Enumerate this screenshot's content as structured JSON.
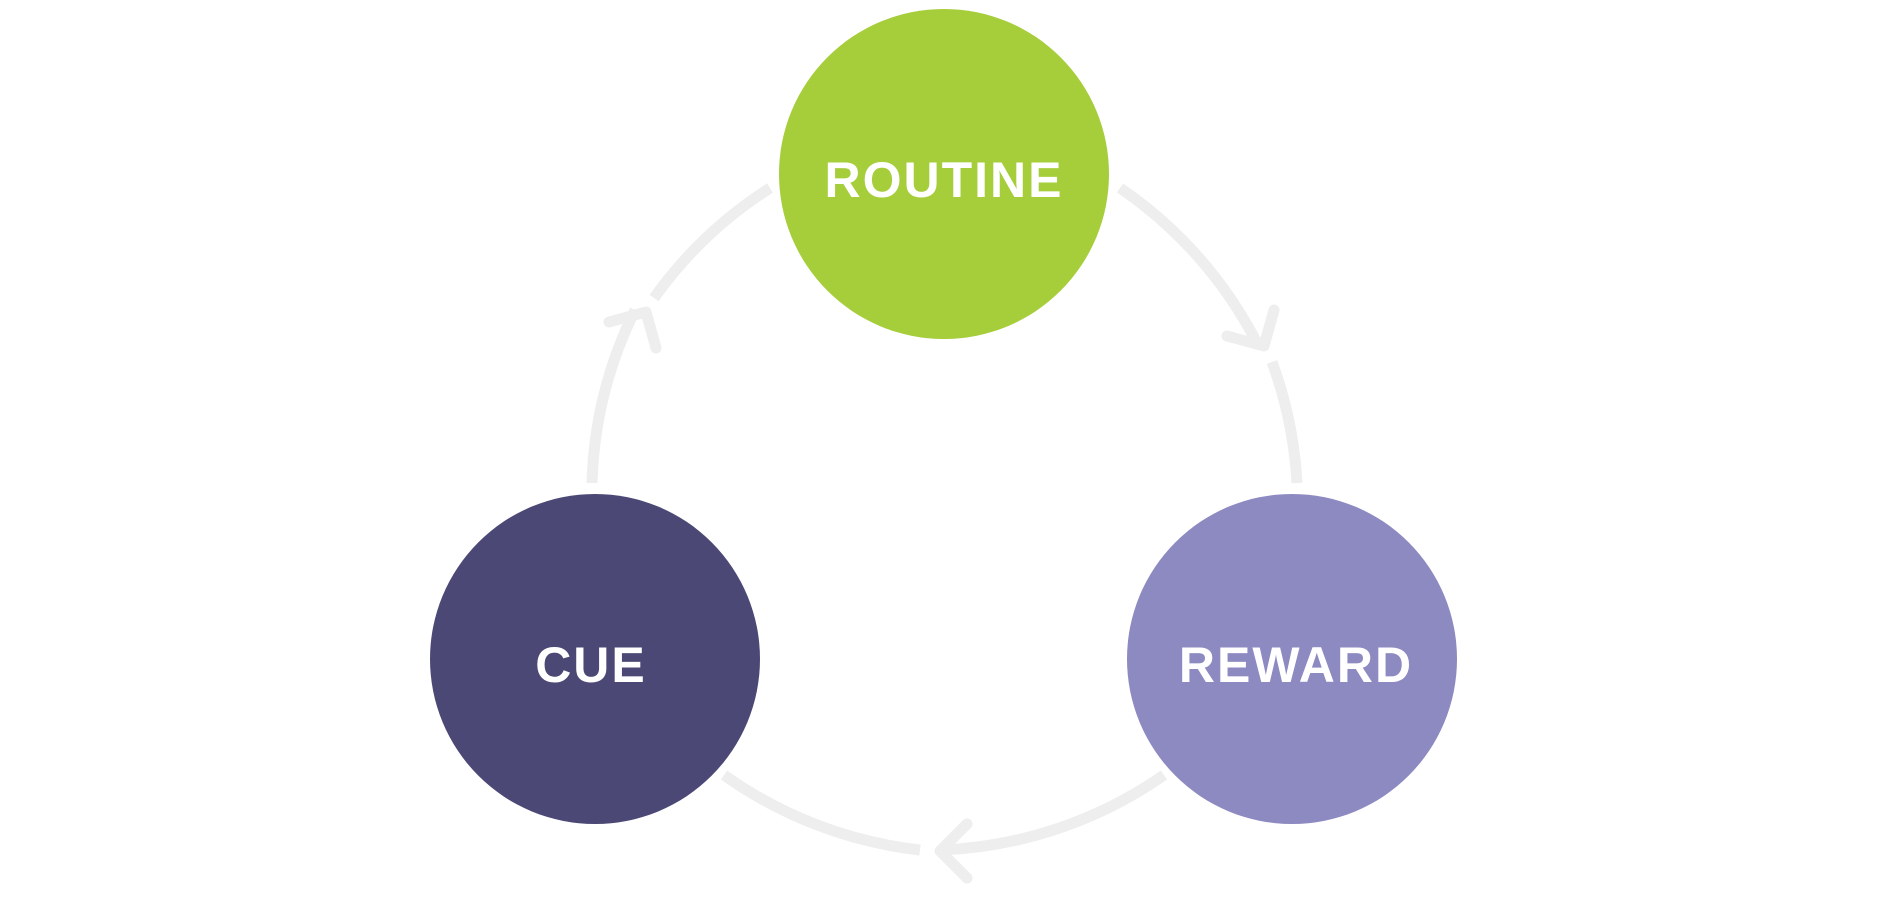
{
  "diagram": {
    "type": "cycle",
    "nodes": [
      {
        "id": "routine",
        "label": "ROUTINE",
        "color": "#a6cd3a"
      },
      {
        "id": "reward",
        "label": "REWARD",
        "color": "#8d89c1"
      },
      {
        "id": "cue",
        "label": "CUE",
        "color": "#4b4875"
      }
    ],
    "edges": [
      {
        "from": "routine",
        "to": "reward"
      },
      {
        "from": "reward",
        "to": "cue"
      },
      {
        "from": "cue",
        "to": "routine"
      }
    ],
    "connector_color": "#eeeeee"
  }
}
